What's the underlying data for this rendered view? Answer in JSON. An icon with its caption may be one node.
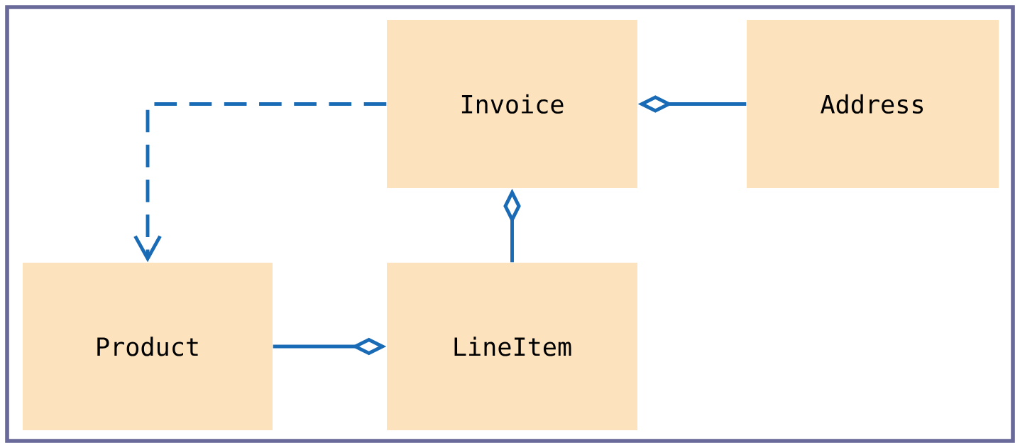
{
  "diagram": {
    "nodes": [
      {
        "text": [
          "Invoice"
        ]
      },
      {
        "text": [
          "Address"
        ]
      },
      {
        "text": [
          "Product"
        ]
      },
      {
        "text": [
          "LineItem"
        ]
      }
    ],
    "edges": [
      {
        "from": 0,
        "to": 2,
        "arrow": "to",
        "style": "dashed"
      },
      {
        "from": 1,
        "to": 0,
        "arrow": "other"
      },
      {
        "from": 3,
        "to": 0,
        "arrow": "other"
      },
      {
        "from": 2,
        "to": 3,
        "arrow": "other"
      }
    ]
  }
}
